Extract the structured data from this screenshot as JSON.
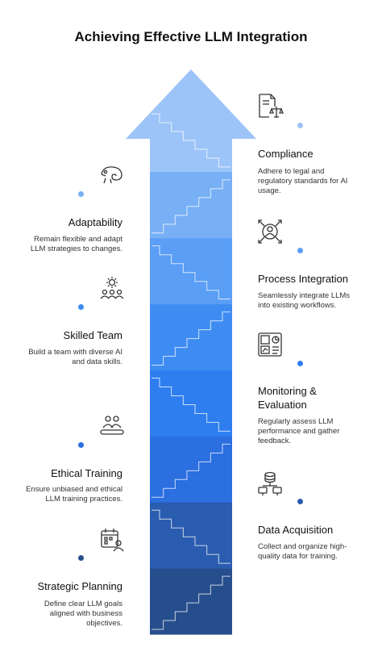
{
  "title": "Achieving Effective LLM Integration",
  "stages": [
    {
      "id": "strategic-planning",
      "title": "Strategic Planning",
      "description": "Define clear LLM goals aligned with business objectives.",
      "icon": "calendar-user-icon",
      "side": "left",
      "color": "#264e8c"
    },
    {
      "id": "data-acquisition",
      "title": "Data Acquisition",
      "description": "Collect and organize high-quality data for training.",
      "icon": "database-network-icon",
      "side": "right",
      "color": "#2a5caf"
    },
    {
      "id": "ethical-training",
      "title": "Ethical Training",
      "description": "Ensure unbiased and ethical LLM training practices.",
      "icon": "people-balance-icon",
      "side": "left",
      "color": "#2b6fe0"
    },
    {
      "id": "monitoring-evaluation",
      "title": "Monitoring & Evaluation",
      "description": "Regularly assess LLM performance and gather feedback.",
      "icon": "dashboard-chart-icon",
      "side": "right",
      "color": "#2f7ef0"
    },
    {
      "id": "skilled-team",
      "title": "Skilled Team",
      "description": "Build a team with diverse AI and data skills.",
      "icon": "team-gear-icon",
      "side": "left",
      "color": "#3e8cf2"
    },
    {
      "id": "process-integration",
      "title": "Process Integration",
      "description": "Seamlessly integrate LLMs into existing workflows.",
      "icon": "user-network-icon",
      "side": "right",
      "color": "#5a9ef5"
    },
    {
      "id": "adaptability",
      "title": "Adaptability",
      "description": "Remain flexible and adapt LLM strategies to changes.",
      "icon": "chameleon-icon",
      "side": "left",
      "color": "#78b0f5"
    },
    {
      "id": "compliance",
      "title": "Compliance",
      "description": "Adhere to legal and regulatory standards for AI usage.",
      "icon": "document-scale-icon",
      "side": "right",
      "color": "#9cc4f8"
    }
  ]
}
